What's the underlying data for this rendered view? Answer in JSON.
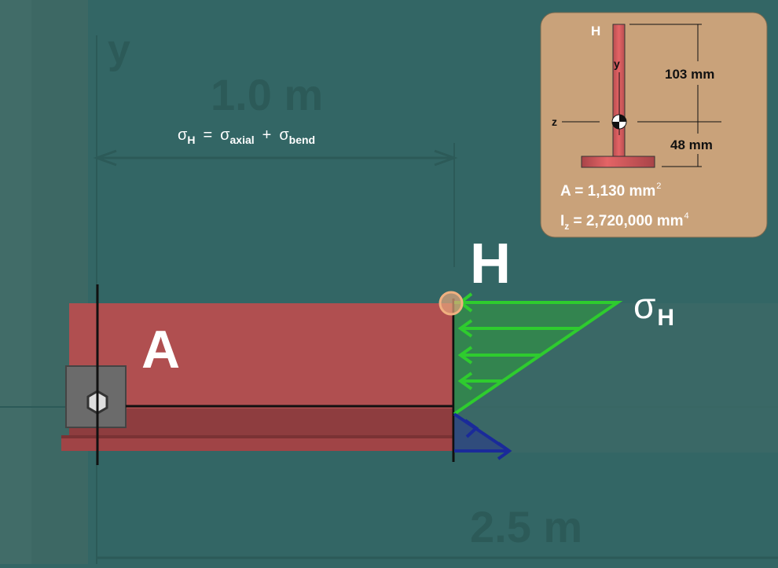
{
  "background_labels": {
    "y_axis": "y",
    "dim_short": "1.0 m",
    "dim_long": "2.5 m"
  },
  "formula": {
    "sigma": "σ",
    "sub_h": "H",
    "equals": "=",
    "sub_axial": "axial",
    "plus": "+",
    "sub_bend": "bend"
  },
  "beam": {
    "point_label": "H",
    "support_label": "A",
    "stress_label": "σ",
    "stress_sub": "H"
  },
  "section": {
    "point_label": "H",
    "y_label": "y",
    "z_label": "z",
    "dim_top": "103 mm",
    "dim_bottom": "48 mm",
    "area_label": "A = 1,130 mm",
    "area_exp": "2",
    "inertia_label": "I",
    "inertia_sub": "z",
    "inertia_value": " = 2,720,000 mm",
    "inertia_exp": "4"
  },
  "colors": {
    "background": "#336665",
    "beam": "#b05050",
    "panel": "#c9a27a",
    "compression": "#2ecc2e",
    "tension": "#1a2a9a"
  }
}
